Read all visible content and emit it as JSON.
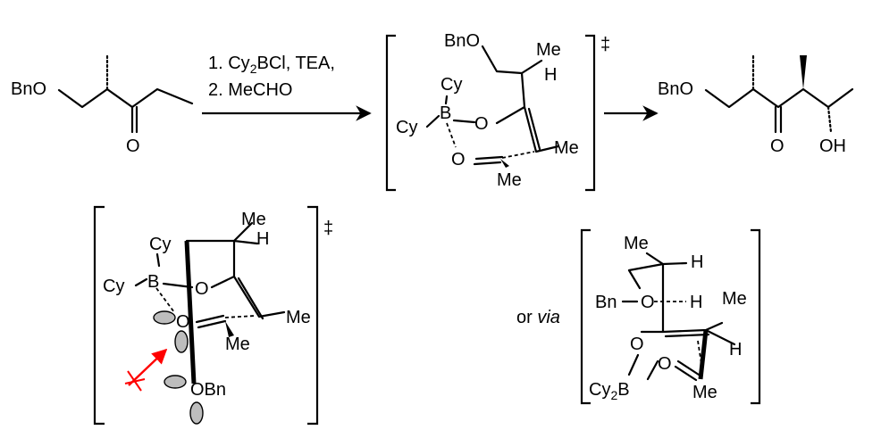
{
  "reaction": {
    "reactant": {
      "substituent": "BnO",
      "carbonyl_o": "O"
    },
    "conditions": {
      "step1_prefix": "1. Cy",
      "step1_sub": "2",
      "step1_suffix": "BCl, TEA,",
      "step2": "2. MeCHO"
    },
    "product": {
      "substituent": "BnO",
      "carbonyl_o": "O",
      "hydroxyl": "OH"
    }
  },
  "ts_top": {
    "labels": {
      "bno": "BnO",
      "me_top": "Me",
      "h": "H",
      "cy_upper": "Cy",
      "cy_left": "Cy",
      "b": "B",
      "o_ring": "O",
      "me_right": "Me",
      "o_ald": "O",
      "me_bottom": "Me"
    },
    "dagger": "‡"
  },
  "ts_bottom_left": {
    "labels": {
      "me_top": "Me",
      "h": "H",
      "cy_upper": "Cy",
      "cy_left": "Cy",
      "b": "B",
      "o_ring": "O",
      "o_ald": "O",
      "me_right": "Me",
      "me_below": "Me",
      "obn": "OBn"
    },
    "dagger": "‡"
  },
  "ts_bottom_right": {
    "prefix_plain": "or ",
    "prefix_italic": "via",
    "labels": {
      "me_top": "Me",
      "h_top": "H",
      "bn": "Bn",
      "o_bn": "O",
      "h_mid": "H",
      "me_right": "Me",
      "o_enol": "O",
      "h_right": "H",
      "o_ald": "O",
      "b_prefix": "Cy",
      "b_sub": "2",
      "b_suffix": "B",
      "me_bottom": "Me"
    }
  },
  "colors": {
    "ink": "#000000",
    "lone_pair": "#bdbdbd",
    "repulsion_arrow": "#ff0000"
  }
}
